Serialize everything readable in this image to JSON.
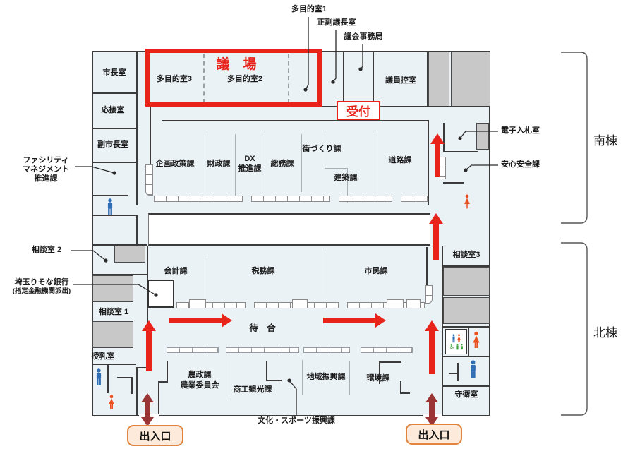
{
  "colors": {
    "floor": "#ebf2f6",
    "wall": "#3b3b3b",
    "gray_block": "#c8c8c8",
    "route_red": "#e8231a",
    "entrance_dark_red": "#9b3434",
    "entrance_box_border": "#e0843f",
    "entrance_box_fill": "#fdeada",
    "male_icon_blue": "#2e6db4",
    "female_icon_red": "#e8501e",
    "accessible_green": "#3ba23b"
  },
  "wings": {
    "south": "南棟",
    "north": "北棟"
  },
  "rooms": {
    "mayor": "市長室",
    "drawing": "応接室",
    "deputy_mayor": "副市長室",
    "assembly_hall": "議　場",
    "multi3": "多目的室3",
    "multi2": "多目的室2",
    "members": "議員控室",
    "reception": "受付",
    "planning": "企画政策課",
    "finance": "財政課",
    "dx_line1": "DX",
    "dx_line2": "推進課",
    "general_affairs": "総務課",
    "town_planning": "街づくり課",
    "architecture": "建築課",
    "road": "道路課",
    "counsel1": "相談室 1",
    "counsel3": "相談室3",
    "accounting": "会計課",
    "tax": "税務課",
    "citizen": "市民課",
    "waiting": "待　合",
    "nursing": "授乳室",
    "agri_line1": "農政課",
    "agri_line2": "農業委員会",
    "commerce": "商工観光課",
    "regional": "地域振興課",
    "environment": "環境課",
    "guard": "守衛室"
  },
  "callouts": {
    "multi1": "多目的室1",
    "chairmen": "正副議長室",
    "assembly_office": "議会事務局",
    "e_bid": "電子入札室",
    "safety": "安心安全課",
    "facility": [
      "ファシリティ",
      "マネジメント",
      "推進課"
    ],
    "counsel2": "相談室 2",
    "bank_line1": "埼玉りそな銀行",
    "bank_line2": "(指定金融機関派出)",
    "culture": "文化・スポーツ振興課"
  },
  "entrances": {
    "label": "出入口"
  },
  "icons": [
    "male-restroom-icon",
    "female-restroom-icon",
    "accessible-restroom-icon",
    "route-arrow-up",
    "route-arrow-right",
    "entrance-double-arrow"
  ]
}
